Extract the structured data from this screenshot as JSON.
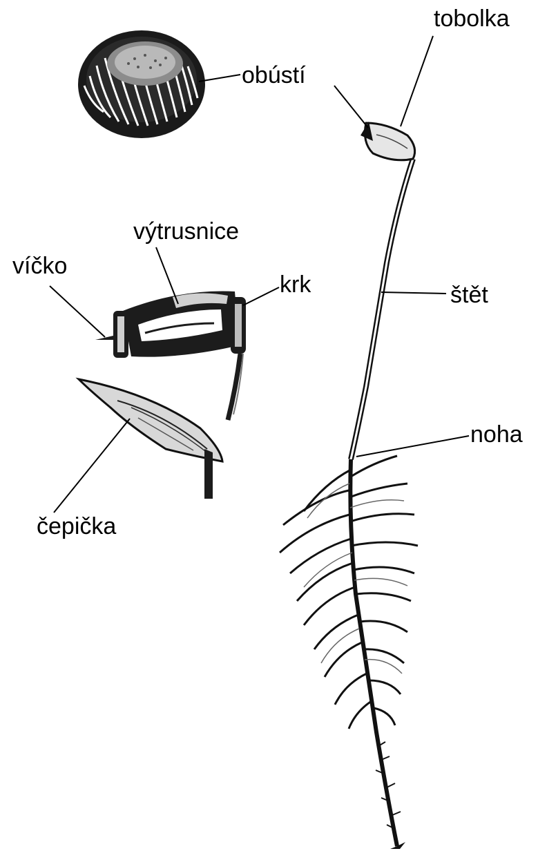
{
  "labels": {
    "tobolka": "tobolka",
    "obusti": "obústí",
    "vytrusnice": "výtrusnice",
    "vicko": "víčko",
    "krk": "krk",
    "stet": "štět",
    "noha": "noha",
    "cepicka": "čepička"
  },
  "colors": {
    "ink": "#000000",
    "paper": "#ffffff",
    "shade": "#9a9a9a",
    "light": "#d6d6d6"
  }
}
